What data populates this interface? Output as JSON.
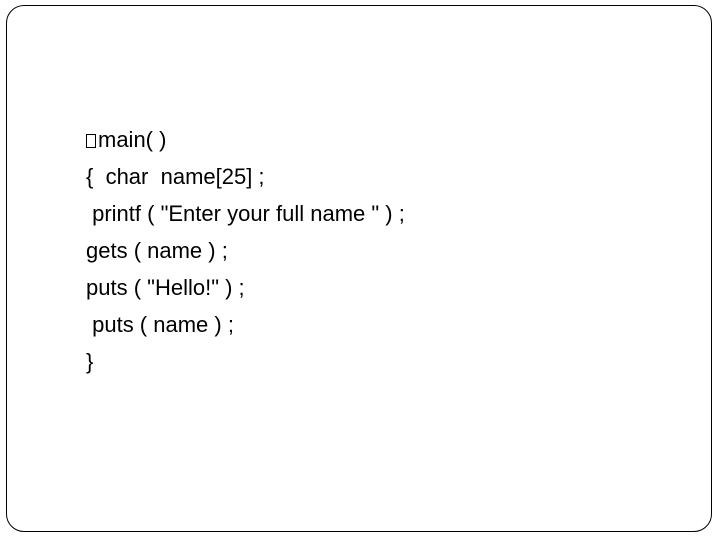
{
  "slide": {
    "code_lines": [
      "main( )",
      "{  char  name[25] ;",
      " printf ( \"Enter your full name \" ) ;",
      "gets ( name ) ;",
      "puts ( \"Hello!\" ) ;",
      " puts ( name ) ;",
      "}"
    ],
    "bullet_icon": "square-bullet-icon",
    "text_color": "#000000",
    "border_color": "#000000",
    "background": "#ffffff"
  }
}
